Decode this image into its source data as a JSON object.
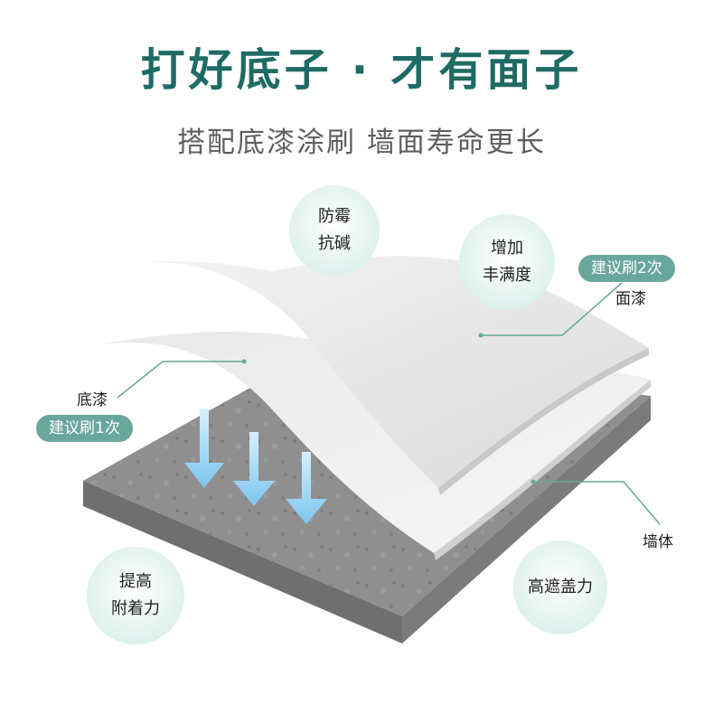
{
  "headline": "打好底子 · 才有面子",
  "subheadline": "搭配底漆涂刷 墙面寿命更长",
  "features": {
    "mold": [
      "防霉",
      "抗碱"
    ],
    "fullness": [
      "增加",
      "丰满度"
    ],
    "adhesion": [
      "提高",
      "附着力"
    ],
    "coverage": [
      "高遮盖力"
    ]
  },
  "layers": {
    "topcoat": {
      "label": "面漆",
      "tag": "建议刷2次"
    },
    "primer": {
      "label": "底漆",
      "tag": "建议刷1次"
    },
    "wall": {
      "label": "墙体"
    }
  },
  "colors": {
    "brand": "#1e6b64",
    "accent": "#6aa79b",
    "bubble": "#d6eee9",
    "arrow": "#8ccdf2",
    "wall": "#8e8e8e"
  }
}
